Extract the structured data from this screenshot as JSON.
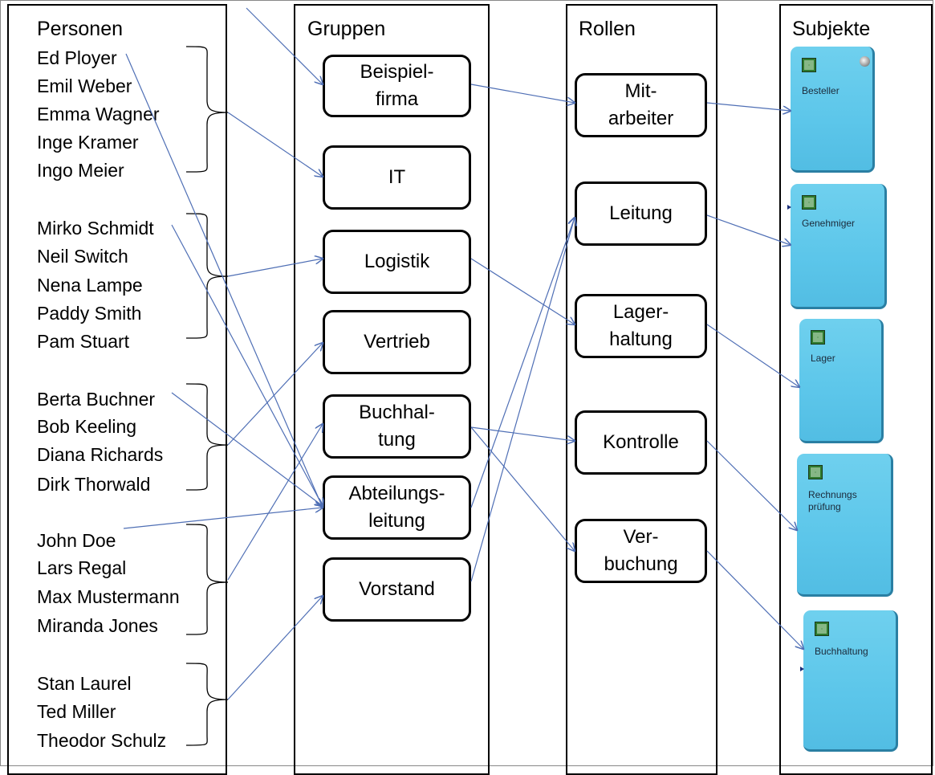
{
  "columns": {
    "personen": "Personen",
    "gruppen": "Gruppen",
    "rollen": "Rollen",
    "subjekte": "Subjekte"
  },
  "persons": [
    "Ed Ployer",
    "Emil Weber",
    "Emma Wagner",
    "Inge Kramer",
    "Ingo Meier",
    "Mirko Schmidt",
    "Neil Switch",
    "Nena Lampe",
    "Paddy Smith",
    "Pam Stuart",
    "Berta Buchner",
    "Bob Keeling",
    "Diana Richards",
    "Dirk Thorwald",
    "John Doe",
    "Lars Regal",
    "Max Mustermann",
    "Miranda Jones",
    "Stan Laurel",
    "Ted Miller",
    "Theodor Schulz"
  ],
  "groups": [
    "Beispiel-\nfirma",
    "IT",
    "Logistik",
    "Vertrieb",
    "Buchhal-\ntung",
    "Abteilungs-\nleitung",
    "Vorstand"
  ],
  "roles": [
    "Mit-\narbeiter",
    "Leitung",
    "Lager-\nhaltung",
    "Kontrolle",
    "Ver-\nbuchung"
  ],
  "subjects": [
    "Besteller",
    "Genehmiger",
    "Lager",
    "Rechnungs\nprüfung",
    "Buchhaltung"
  ],
  "colors": {
    "arrow": "#4f6fb5",
    "subject_fill": "#5cc6ea",
    "subject_border": "#2a7fa3"
  }
}
